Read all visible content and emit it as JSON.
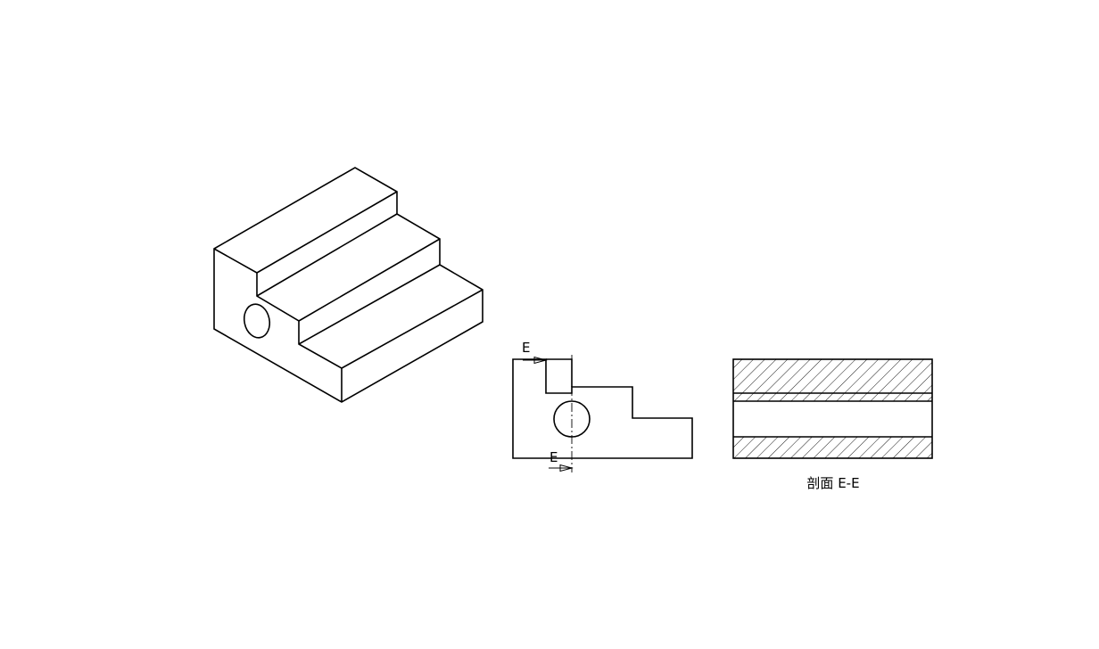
{
  "section_view": {
    "marker_top": "E",
    "marker_bottom": "E",
    "caption": "剖面 E-E"
  },
  "colors": {
    "line": "#000000",
    "background": "#ffffff"
  }
}
